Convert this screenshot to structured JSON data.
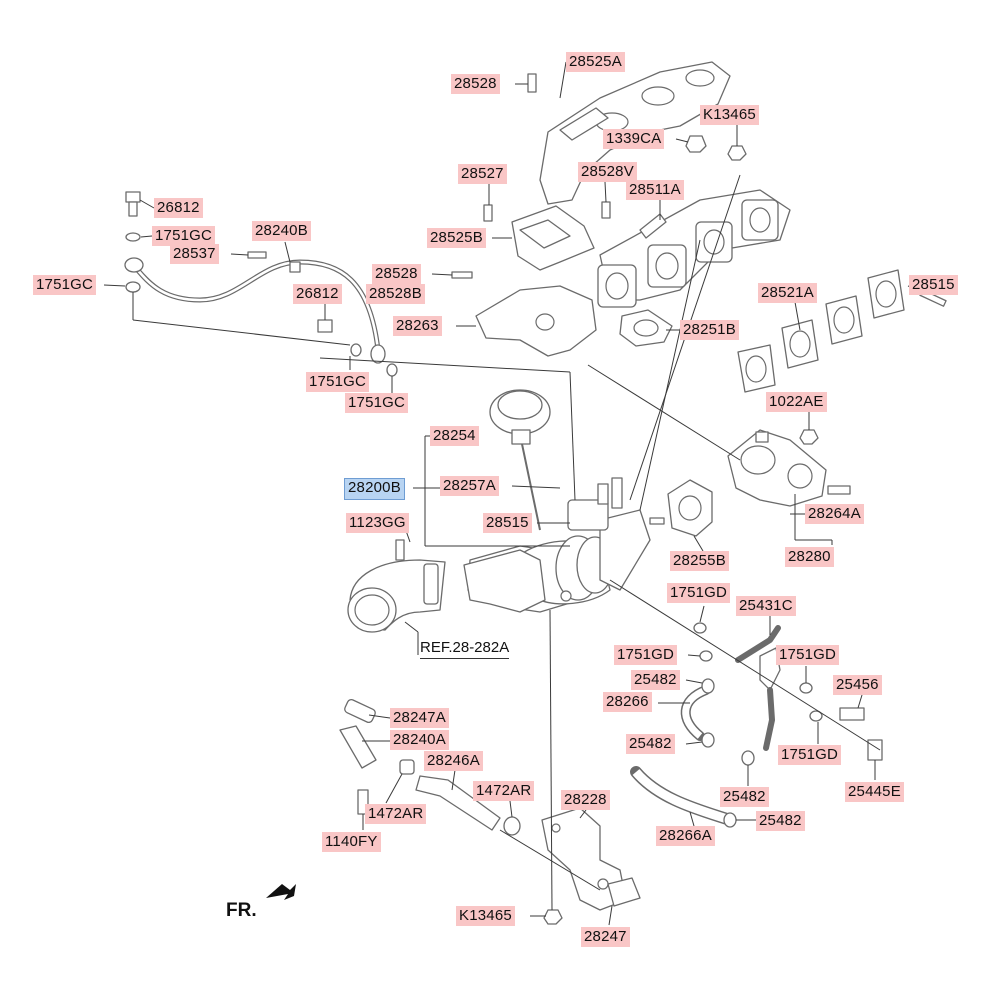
{
  "labels": {
    "p28528_top": "28528",
    "p28525A": "28525A",
    "pK13465_top": "K13465",
    "p1339CA": "1339CA",
    "p28527": "28527",
    "p28528V": "28528V",
    "p28511A": "28511A",
    "p26812_top": "26812",
    "p1751GC_a": "1751GC",
    "p28240B": "28240B",
    "p28537": "28537",
    "p28525B": "28525B",
    "p1751GC_left": "1751GC",
    "p28528_mid": "28528",
    "p28528B": "28528B",
    "p26812_mid": "26812",
    "p28521A": "28521A",
    "p28515_right": "28515",
    "p28263": "28263",
    "p28251B": "28251B",
    "p1751GC_b": "1751GC",
    "p1751GC_c": "1751GC",
    "p1022AE": "1022AE",
    "p28254": "28254",
    "p28200B": "28200B",
    "p28257A": "28257A",
    "p28264A": "28264A",
    "p1123GG": "1123GG",
    "p28515_mid": "28515",
    "p28255B": "28255B",
    "p28280": "28280",
    "p1751GD_a": "1751GD",
    "p25431C": "25431C",
    "p1751GD_b": "1751GD",
    "p1751GD_c": "1751GD",
    "p25482_a": "25482",
    "p25456": "25456",
    "p28266": "28266",
    "p28247A": "28247A",
    "p28240A": "28240A",
    "p25482_b": "25482",
    "p1751GD_d": "1751GD",
    "p28246A": "28246A",
    "p25445E": "25445E",
    "p1472AR_a": "1472AR",
    "p25482_c": "25482",
    "p28228": "28228",
    "p1472AR_b": "1472AR",
    "p25482_d": "25482",
    "p28266A": "28266A",
    "p1140FY": "1140FY",
    "pK13465_bottom": "K13465",
    "p28247": "28247"
  },
  "reference": "REF.28-282A",
  "direction": "FR.",
  "colors": {
    "label_fill": "#f9c6c6",
    "highlight_fill": "#b8d4f2",
    "highlight_border": "#6f9dd3",
    "line": "#3a3a3a",
    "part_stroke": "#6b6b6b"
  }
}
